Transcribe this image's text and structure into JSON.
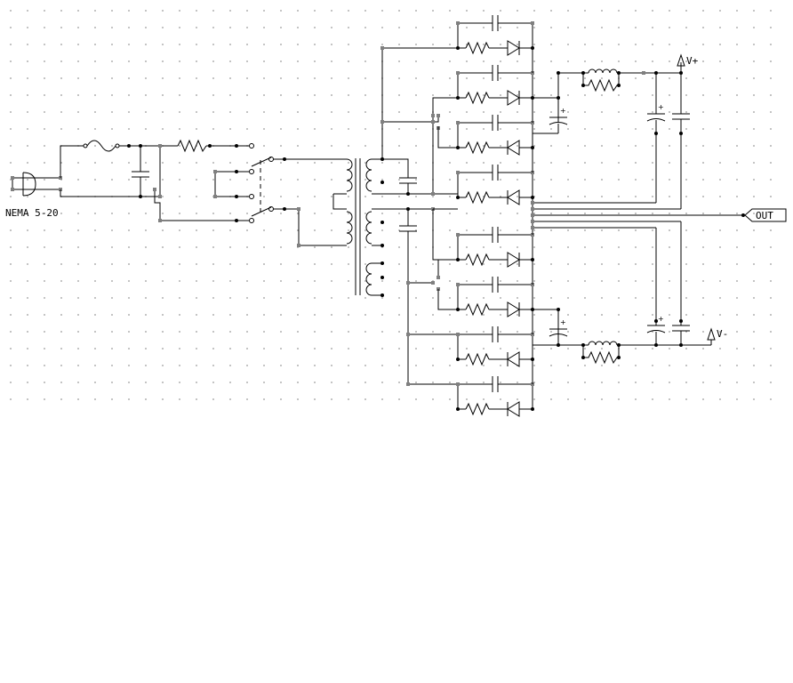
{
  "labels": {
    "connector": "NEMA 5-20",
    "vplus": "V+",
    "vminus": "V-",
    "out": "OUT"
  },
  "colors": {
    "background": "#ffffff",
    "wire": "#000000",
    "grid_dot": "#9a9a9a",
    "pin": "#808080"
  }
}
